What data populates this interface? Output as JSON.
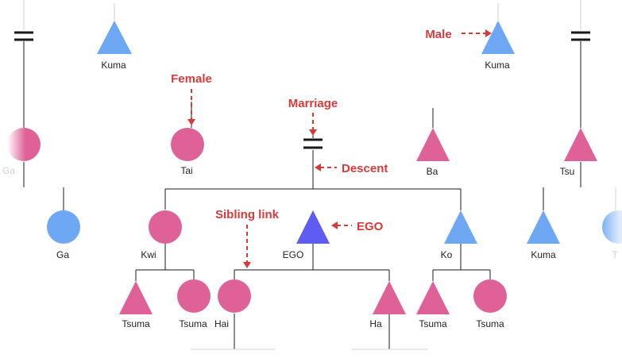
{
  "colors": {
    "female": "#de6198",
    "male": "#6ea8f5",
    "ego": "#5e5cf2",
    "line": "#1a1a1a",
    "faint_line": "#d6d6d6",
    "annotation": "#d83a3a"
  },
  "people": {
    "ga_left": {
      "name": "Ga",
      "sex": "female"
    },
    "kuma_top_left": {
      "name": "Kuma",
      "sex": "male"
    },
    "tai": {
      "name": "Tai",
      "sex": "female"
    },
    "ga": {
      "name": "Ga",
      "sex": "male"
    },
    "kwi": {
      "name": "Kwi",
      "sex": "female"
    },
    "ego": {
      "name": "EGO",
      "sex": "ego"
    },
    "ko": {
      "name": "Ko",
      "sex": "male"
    },
    "tsuma_kwi_1": {
      "name": "Tsuma",
      "sex": "female"
    },
    "tsuma_kwi_2": {
      "name": "Tsuma",
      "sex": "female"
    },
    "hai": {
      "name": "Hai",
      "sex": "female"
    },
    "ha": {
      "name": "Ha",
      "sex": "female"
    },
    "tsuma_ko_1": {
      "name": "Tsuma",
      "sex": "female"
    },
    "tsuma_ko_2": {
      "name": "Tsuma",
      "sex": "female"
    },
    "kuma_top_right": {
      "name": "Kuma",
      "sex": "male"
    },
    "ba": {
      "name": "Ba",
      "sex": "female"
    },
    "tsu": {
      "name": "Tsu",
      "sex": "female"
    },
    "kuma_right": {
      "name": "Kuma",
      "sex": "male"
    },
    "t_right": {
      "name": "T",
      "sex": "male"
    }
  },
  "annotations": {
    "female": "Female",
    "male": "Male",
    "marriage": "Marriage",
    "descent": "Descent",
    "sibling_link": "Sibling link",
    "ego": "EGO"
  }
}
